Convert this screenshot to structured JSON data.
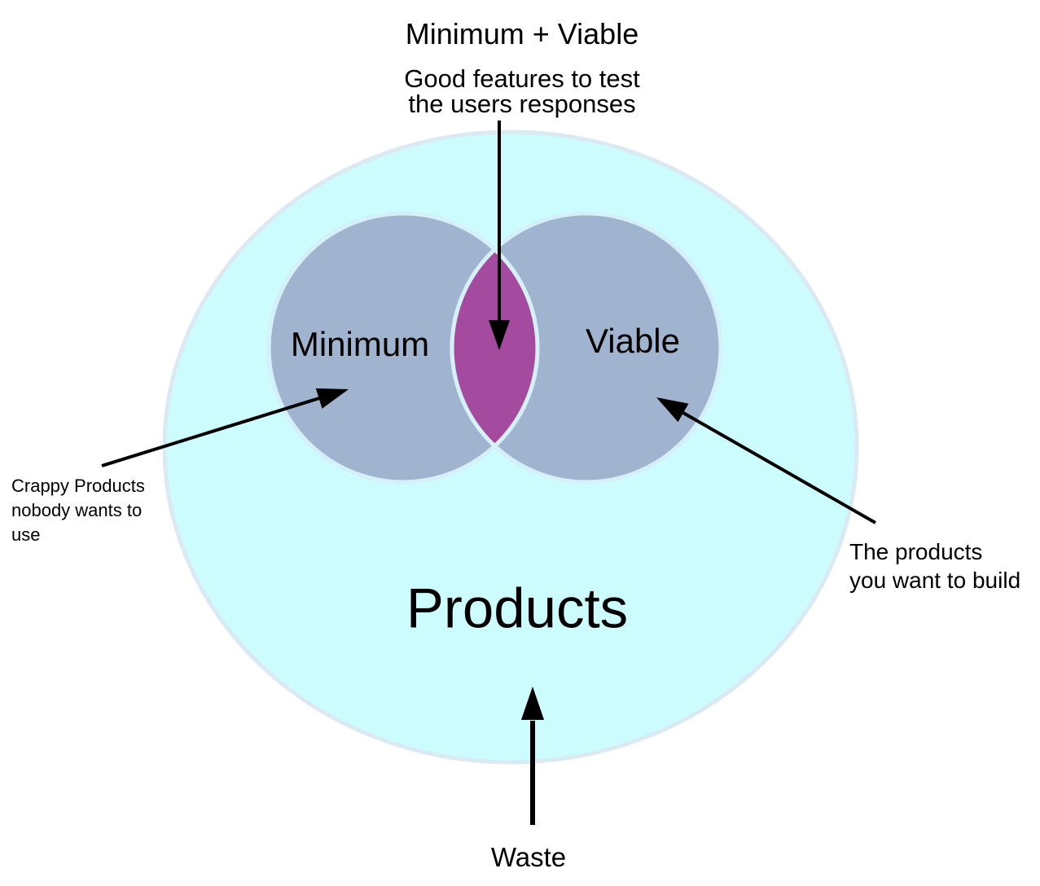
{
  "header": {
    "title": "Minimum + Viable",
    "subtitle_line1": "Good features to test",
    "subtitle_line2": "the users responses"
  },
  "sets": {
    "outer_label": "Products",
    "left_label": "Minimum",
    "right_label": "Viable"
  },
  "notes": {
    "left_line1": "Crappy Products",
    "left_line2": "nobody wants to",
    "left_line3": "use",
    "right_line1": "The products",
    "right_line2": "you want to build",
    "bottom": "Waste"
  },
  "icons": {
    "arrow_to_intersection": "down-arrow-icon",
    "arrow_to_minimum": "up-right-arrow-icon",
    "arrow_to_viable": "up-left-arrow-icon",
    "arrow_from_waste": "up-arrow-icon"
  },
  "colors": {
    "background": "#ffffff",
    "outer_fill": "#ccfcfd",
    "outer_stroke": "#dbeaf2",
    "set_fill": "#a0b3cf",
    "set_stroke": "#d5f0f8",
    "intersection_fill": "#a54b9f",
    "arrow": "#000000",
    "text": "#000000"
  }
}
